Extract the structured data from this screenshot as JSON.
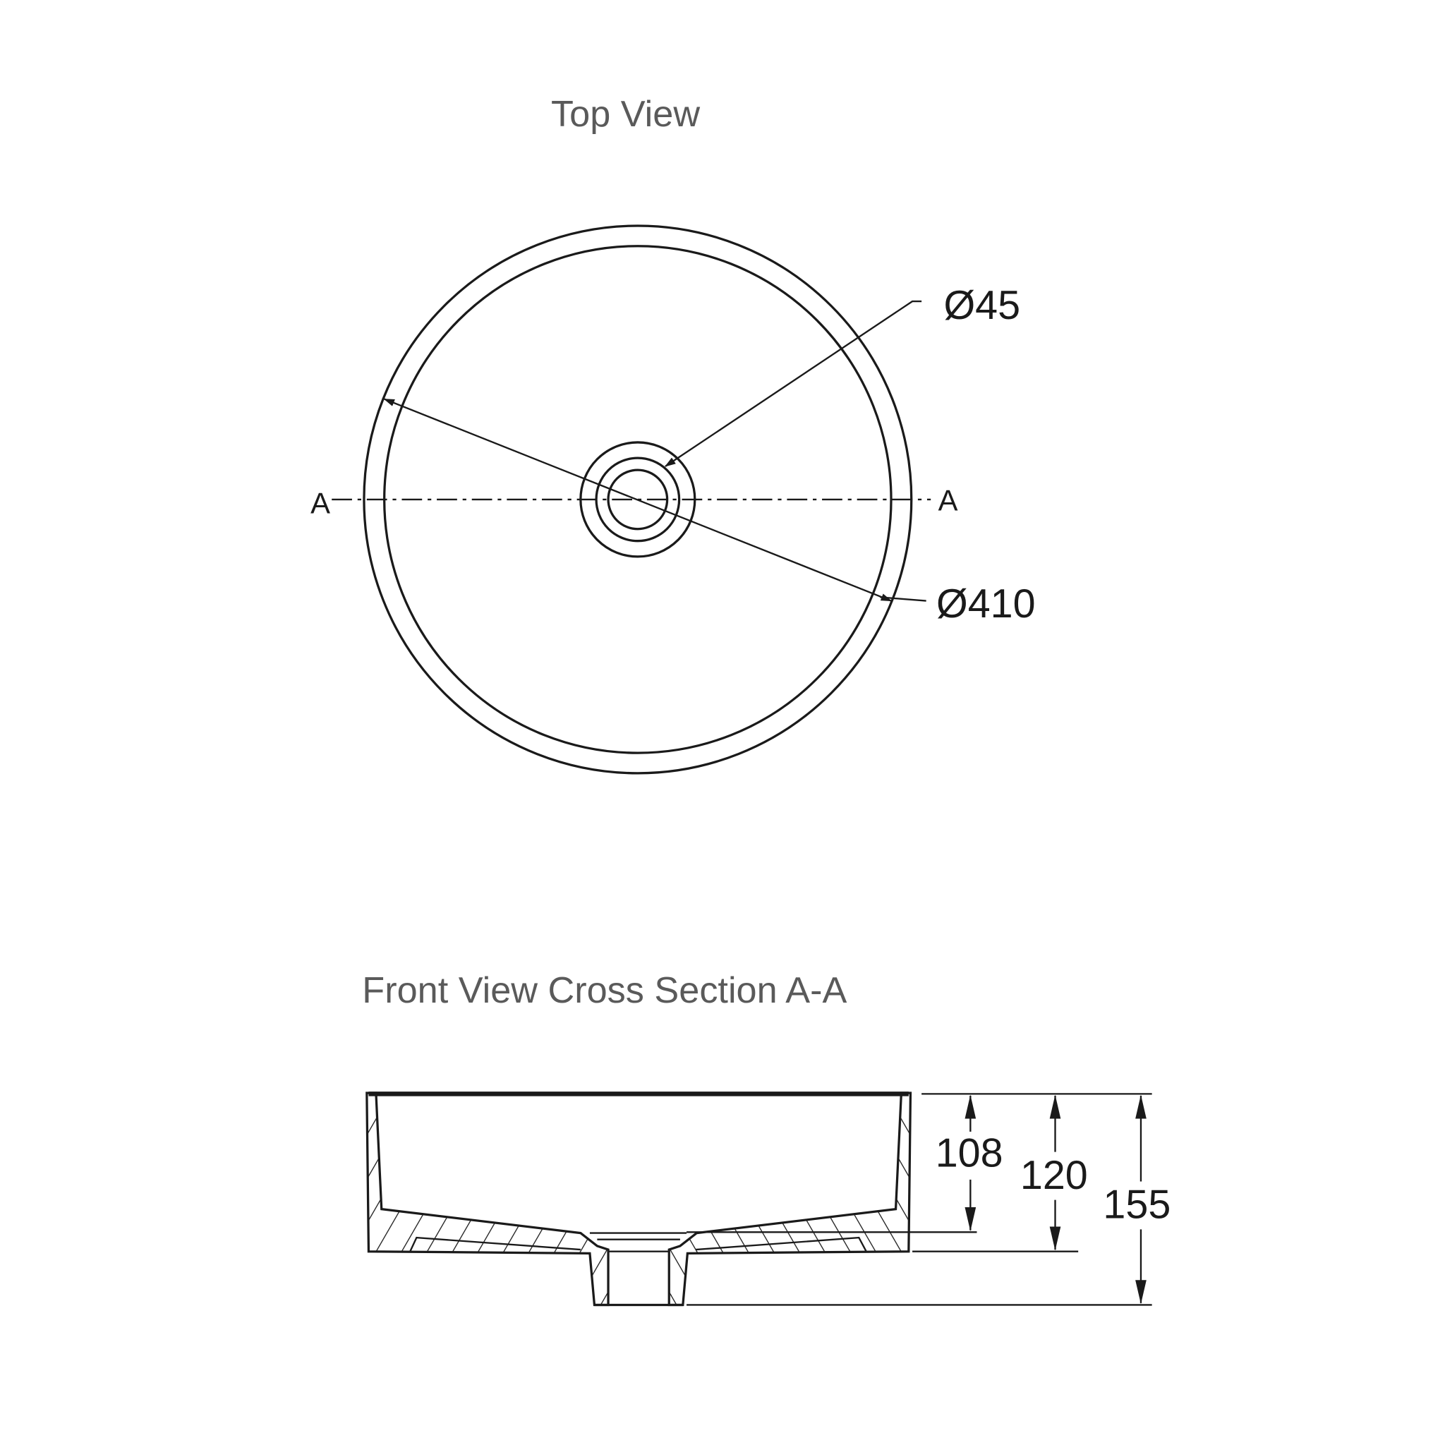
{
  "top_view": {
    "title": "Top View",
    "section_label_left": "A",
    "section_label_right": "A",
    "drain_diameter": "Ø45",
    "basin_diameter": "Ø410"
  },
  "front_view": {
    "title": "Front View Cross Section A-A",
    "dims": {
      "inner_depth": "108",
      "basin_height": "120",
      "total_height": "155"
    }
  }
}
